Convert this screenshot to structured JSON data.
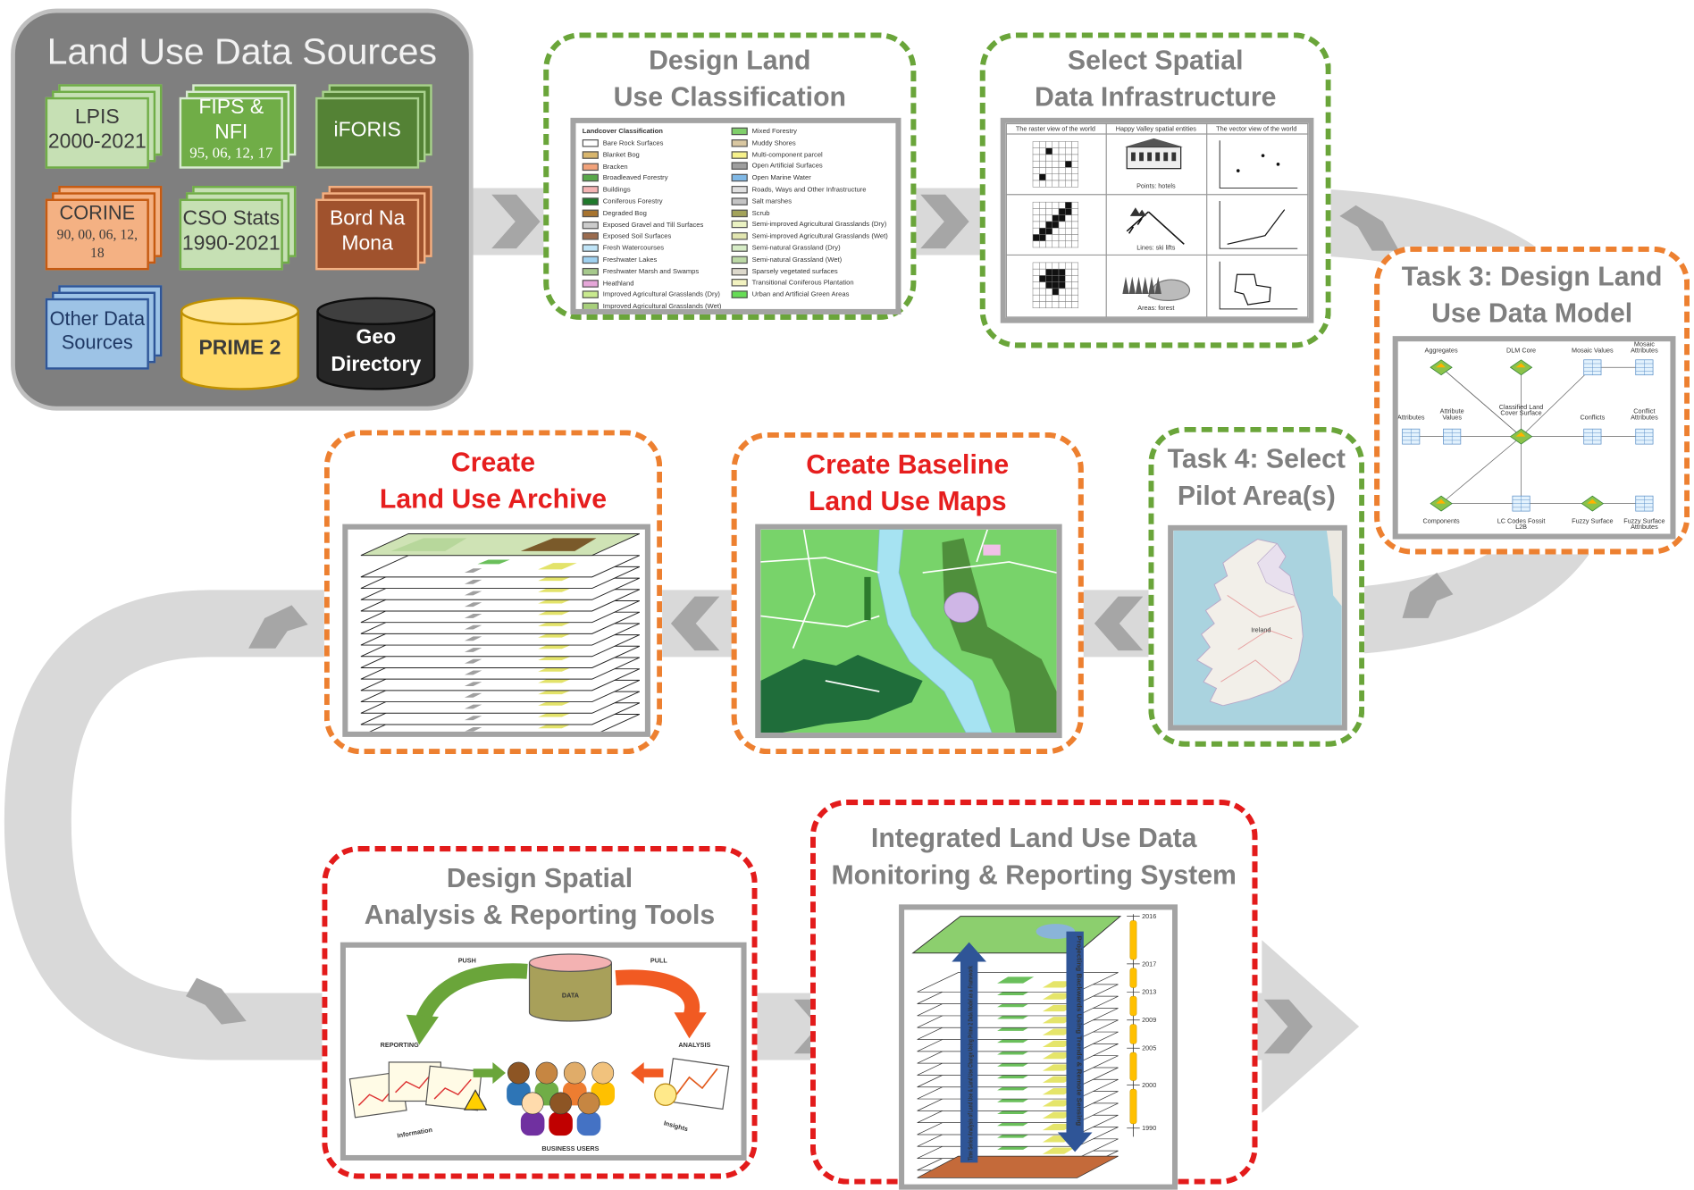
{
  "sources": {
    "title": "Land Use Data Sources",
    "items": [
      {
        "lines": [
          "LPIS",
          "2000-2021"
        ]
      },
      {
        "lines": [
          "FIPS & NFI",
          "95, 06, 12, 17"
        ]
      },
      {
        "lines": [
          "iFORIS"
        ]
      },
      {
        "lines": [
          "CORINE",
          "90, 00, 06, 12,",
          "18"
        ]
      },
      {
        "lines": [
          "CSO Stats",
          "1990-2021"
        ]
      },
      {
        "lines": [
          "Bord Na",
          "Mona"
        ]
      },
      {
        "lines": [
          "Other Data",
          "Sources"
        ]
      },
      {
        "lines": [
          "PRIME 2"
        ]
      },
      {
        "lines": [
          "Geo",
          "Directory"
        ]
      }
    ]
  },
  "steps": {
    "design_classification": {
      "title": [
        "Design Land",
        "Use Classification"
      ]
    },
    "select_sdi": {
      "title": [
        "Select Spatial",
        "Data Infrastructure"
      ]
    },
    "task3": {
      "title": [
        "Task 3: Design Land",
        "Use Data Model"
      ]
    },
    "task4": {
      "title": [
        "Task 4: Select",
        "Pilot Area(s)"
      ]
    },
    "baseline": {
      "title": [
        "Create Baseline",
        "Land Use Maps"
      ]
    },
    "archive": {
      "title": [
        "Create",
        "Land Use Archive"
      ]
    },
    "analysis_tools": {
      "title": [
        "Design Spatial",
        "Analysis & Reporting Tools"
      ]
    },
    "integrated": {
      "title": [
        "Integrated Land Use Data",
        "Monitoring & Reporting System"
      ]
    }
  },
  "classification": {
    "heading": "Landcover Classification",
    "left": [
      {
        "label": "Bare Rock Surfaces",
        "color": "#ffffff"
      },
      {
        "label": "Blanket Bog",
        "color": "#d9b66c"
      },
      {
        "label": "Bracken",
        "color": "#f2a27a"
      },
      {
        "label": "Broadleaved Forestry",
        "color": "#58a84a"
      },
      {
        "label": "Buildings",
        "color": "#f4b4b4"
      },
      {
        "label": "Coniferous Forestry",
        "color": "#1f7a2b"
      },
      {
        "label": "Degraded Bog",
        "color": "#a8742e"
      },
      {
        "label": "Exposed Gravel and Till Surfaces",
        "color": "#cccccc"
      },
      {
        "label": "Exposed Soil Surfaces",
        "color": "#9b6b4e"
      },
      {
        "label": "Fresh Watercourses",
        "color": "#bfe4f7"
      },
      {
        "label": "Freshwater Lakes",
        "color": "#9fd1f0"
      },
      {
        "label": "Freshwater Marsh and Swamps",
        "color": "#a6c98c"
      },
      {
        "label": "Heathland",
        "color": "#e6a6d9"
      },
      {
        "label": "Improved Agricultural Grasslands (Dry)",
        "color": "#c9ea8e"
      },
      {
        "label": "Improved Agricultural Grasslands (Wet)",
        "color": "#a7cf7a"
      }
    ],
    "right": [
      {
        "label": "Mixed Forestry",
        "color": "#7fcf6a"
      },
      {
        "label": "Muddy Shores",
        "color": "#d9c7a1"
      },
      {
        "label": "Multi-component parcel",
        "color": "#f7f28a"
      },
      {
        "label": "Open Artificial Surfaces",
        "color": "#9e9e9e"
      },
      {
        "label": "Open Marine Water",
        "color": "#7fb8e6"
      },
      {
        "label": "Roads, Ways and Other Infrastructure",
        "color": "#e0e0e0"
      },
      {
        "label": "Salt marshes",
        "color": "#c4c4c4"
      },
      {
        "label": "Scrub",
        "color": "#a3a35a"
      },
      {
        "label": "Semi-improved Agricultural Grasslands (Dry)",
        "color": "#eaf2c2"
      },
      {
        "label": "Semi-improved Agricultural Grasslands (Wet)",
        "color": "#e2e6b0"
      },
      {
        "label": "Semi-natural Grassland (Dry)",
        "color": "#d6ecc6"
      },
      {
        "label": "Semi-natural Grassland (Wet)",
        "color": "#bcd9a6"
      },
      {
        "label": "Sparsely vegetated surfaces",
        "color": "#ddd9cc"
      },
      {
        "label": "Transitional Coniferous Plantation",
        "color": "#f2f2c0"
      },
      {
        "label": "Urban and Artificial Green Areas",
        "color": "#66dd55"
      }
    ]
  },
  "sdi": {
    "headers": [
      "The raster view of the world",
      "Happy Valley spatial entities",
      "The vector view of the world"
    ],
    "captions": [
      "Points: hotels",
      "Lines: ski lifts",
      "Areas: forest"
    ]
  },
  "model": {
    "labels": [
      "Aggregates",
      "DLM Core",
      "Mosaic Values",
      "Mosaic Attributes",
      "Attributes",
      "Attribute Values",
      "Classified Land Cover Surface",
      "Conflicts",
      "Conflict Attributes",
      "Components",
      "LC Codes Fossit L2B",
      "Fuzzy Surface",
      "Fuzzy Surface Attributes"
    ]
  },
  "pilot": {
    "map_label": "Ireland"
  },
  "tools": {
    "push": "PUSH",
    "pull": "PULL",
    "data": "DATA",
    "reporting": "REPORTING",
    "analysis": "ANALYSIS",
    "information": "Information",
    "insights": "Insights",
    "business_users": "BUSINESS USERS"
  },
  "integrated": {
    "years": [
      "2016",
      "2017",
      "2013",
      "2009",
      "2005",
      "2000",
      "1990"
    ],
    "arrow_left": "Time Series Analysis of Land Use & Land Use Change Using Prime 2 Data Model as a Framework",
    "arrow_right": "Projecting Backwards Using Trends & Remote Sensing"
  },
  "colors": {
    "green_dash": "#6aa53a",
    "orange_dash": "#ed8030",
    "red_dash": "#e31b1b",
    "title_grey": "#7f7f7f",
    "title_red": "#e61e1e",
    "path_grey": "#d9d9d9",
    "chevron_grey": "#a6a6a6"
  }
}
